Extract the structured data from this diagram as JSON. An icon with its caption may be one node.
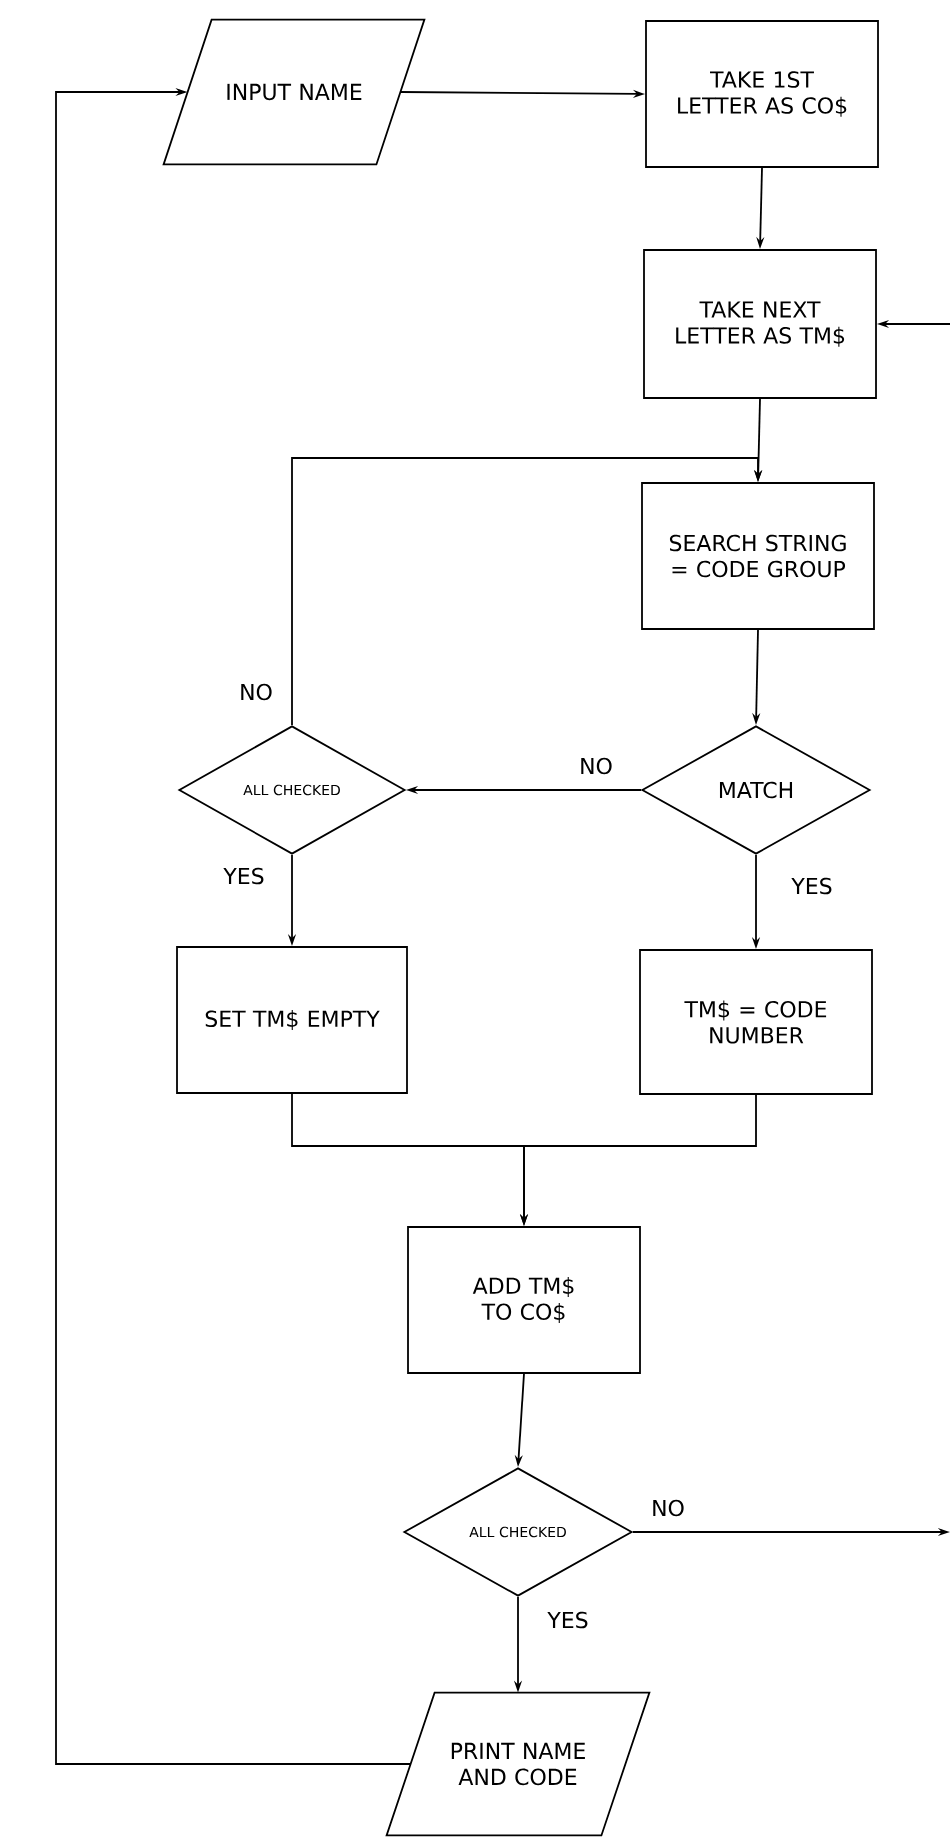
{
  "diagram": {
    "nodes": [
      {
        "text": [
          "INPUT NAME"
        ]
      },
      {
        "text": [
          "TAKE 1ST LETTER AS CO$"
        ]
      },
      {
        "text": [
          "TAKE NEXT LETTER AS TM$"
        ]
      },
      {
        "text": [
          "SEARCH STRING = CODE GROUP"
        ]
      },
      {
        "text": [
          "MATCH"
        ]
      },
      {
        "text": [
          "ALL CHECKED"
        ]
      },
      {
        "text": [
          "SET TM$ EMPTY"
        ]
      },
      {
        "text": [
          "TM$ = CODE NUMBER"
        ]
      },
      {
        "text": [
          "ADD TM$ TO CO$"
        ]
      },
      {
        "text": [
          "ALL CHECKED"
        ]
      },
      {
        "text": [
          "PRINT NAME AND CODE"
        ]
      }
    ],
    "edges": [
      {
        "from": 0,
        "to": 1,
        "arrow": "to"
      },
      {
        "from": 1,
        "to": 2,
        "arrow": "to"
      },
      {
        "from": 2,
        "to": 3,
        "arrow": "to"
      },
      {
        "from": 3,
        "to": 4,
        "arrow": "to"
      },
      {
        "from": 4,
        "to": 5,
        "arrow": "to",
        "label": "NO"
      },
      {
        "from": 5,
        "to": 3,
        "arrow": "to",
        "label": "NO"
      },
      {
        "from": 5,
        "to": 6,
        "arrow": "to",
        "label": "YES"
      },
      {
        "from": 4,
        "to": 7,
        "arrow": "to",
        "label": "YES"
      },
      {
        "from": 6,
        "to": 8,
        "arrow": "to"
      },
      {
        "from": 7,
        "to": 8,
        "arrow": "to"
      },
      {
        "from": 8,
        "to": 9,
        "arrow": "to"
      },
      {
        "from": 9,
        "to": null,
        "arrow": "to",
        "label": "NO"
      },
      {
        "from": null,
        "to": 2,
        "arrow": "to"
      },
      {
        "from": 9,
        "to": 10,
        "arrow": "to",
        "label": "YES"
      },
      {
        "from": 10,
        "to": 0,
        "arrow": "to"
      }
    ]
  }
}
